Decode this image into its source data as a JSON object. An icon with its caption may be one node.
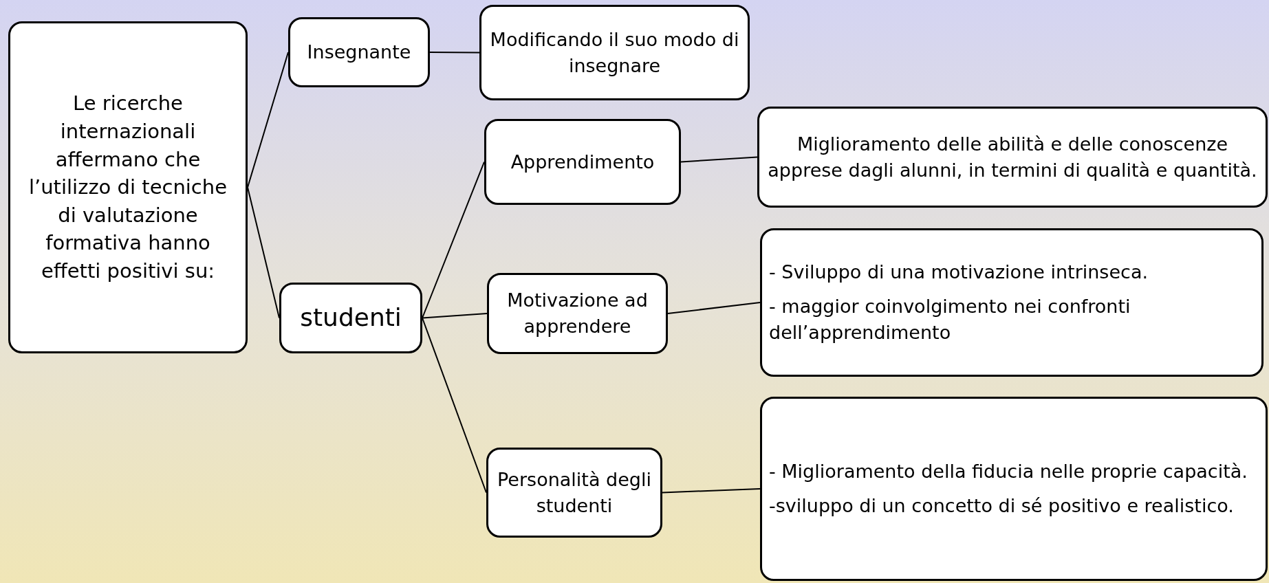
{
  "diagram": {
    "nodes": [
      {
        "text": [
          "Le ricerche internazionali affermano che l’utilizzo di tecniche di valutazione formativa hanno effetti positivi su:"
        ]
      },
      {
        "text": [
          "Insegnante"
        ]
      },
      {
        "text": [
          "Modificando il suo modo di insegnare"
        ]
      },
      {
        "text": [
          "studenti"
        ]
      },
      {
        "text": [
          "Apprendimento"
        ]
      },
      {
        "text": [
          "Miglioramento delle abilità e delle conoscenze apprese dagli alunni, in termini di qualità e quantità."
        ]
      },
      {
        "text": [
          "Motivazione ad apprendere"
        ]
      },
      {
        "text": [
          "- Sviluppo di una motivazione intrinseca.",
          "- maggior coinvolgimento nei confronti dell’apprendimento"
        ]
      },
      {
        "text": [
          "Personalità degli studenti"
        ]
      },
      {
        "text": [
          "- Miglioramento della fiducia nelle proprie capacità.",
          "-sviluppo di un concetto di sé positivo e realistico."
        ]
      }
    ],
    "edges": [
      {
        "from": 0,
        "to": 1,
        "arrow": "none"
      },
      {
        "from": 0,
        "to": 3,
        "arrow": "none"
      },
      {
        "from": 1,
        "to": 2,
        "arrow": "none"
      },
      {
        "from": 3,
        "to": 4,
        "arrow": "none"
      },
      {
        "from": 3,
        "to": 6,
        "arrow": "none"
      },
      {
        "from": 3,
        "to": 8,
        "arrow": "none"
      },
      {
        "from": 4,
        "to": 5,
        "arrow": "none"
      },
      {
        "from": 6,
        "to": 7,
        "arrow": "none"
      },
      {
        "from": 8,
        "to": 9,
        "arrow": "none"
      }
    ]
  }
}
